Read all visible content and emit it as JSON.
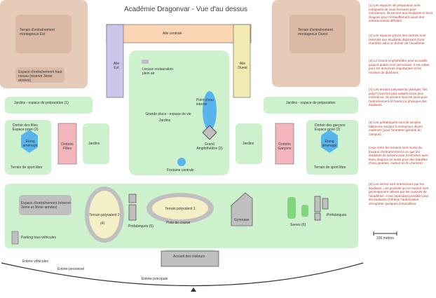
{
  "title": "Académie Dragonvar - Vue d'au dessus",
  "zones": {
    "terrain_est": "Terrain d'entraînement montagneux Est",
    "terrain_ouest": "Terrain d'entraînement montagneux Ouest",
    "haut_niveau": "Espace d'entraînement haut niveau (réservé 3ème années)",
    "aile_centrale": "Aile centrale",
    "aile_est": "Aile Est",
    "aile_ouest": "Aile Ouest",
    "locaux_restauration": "Locaux restauration plein air",
    "jardins_prep_gauche": "Jardins - espace de préparation",
    "jardins_prep_droite": "Jardins - espace de préparation",
    "grande_place": "Grande place - espace de vie",
    "jardins_place": "Jardins",
    "point_eau": "Point d'eau interne",
    "grand_amphi": "Grand Amphithéâtre",
    "fontaine": "Fontaine centrale",
    "dortoir_filles": "Dortoir des filles",
    "espace_prive_gauche": "Espace privé",
    "dortoir_garcons": "Dortoir des garçons",
    "espace_prive_droite": "Espace privé",
    "dortoirs_filles": "Dortoirs Filles",
    "dortoirs_garcons": "Dortoirs Garçons",
    "jardins_gauche": "Jardins",
    "jardins_droite": "Jardins",
    "etang_gauche": "Étang aménagé",
    "etang_droite": "Étang aménagé",
    "sport_gauche": "Terrain de sport libre",
    "sport_droite": "Terrain de sport libre",
    "entrainement_bas": "Espace d'entraînement (réservé 2ème et 3ème années)",
    "parking": "Parking tous véhicules",
    "poly2": "Terrain polyvalent 2",
    "poly1": "Terrain polyvalent 1",
    "piste_course": "Piste de course",
    "prefab_gauche": "Préfabriqués",
    "gymnase": "Gymnase",
    "serres": "Serres",
    "prefab_droite": "Préfabriqués",
    "accueil": "Accueil des visiteurs",
    "entree_vehicules": "Entrée véhicules",
    "entree_personnel": "Entrée personnel",
    "entree_principale": "Entrée principale",
    "scale": "100 mètres"
  },
  "refs": {
    "r1": "(1)",
    "r2": "(2)",
    "r3": "(3)",
    "r4": "(4)",
    "r5": "(5)",
    "r6": "(6)",
    "r4b": "(4)",
    "r6b": "(6)",
    "r5b": "(5)",
    "r3b": "(3)"
  },
  "notes": [
    "(1) Les espaces de préparation sont composés de sous-hectares pour entraîneurs, ils servent aux étudiants et leurs dragons pour l'échauffement avant des entraînements difficiles.",
    "(2) Les espaces privés des dortoirs sont réservés aux étudiants disposant d'une chambre dans un dortoir de l'académie.",
    "(3) Le Grand Amphithéâtre peut accueillir jusqu'à quatre cent personnes. Il est utilisé pour les annonces importantes et les remises de diplômes.",
    "(4) Les terrains polyvalents (abrégés \"les polys\") sont les plus utilisés et les plus entretenus. Ils servent tous les jours pour l'entraînement et l'exercice physique des étudiants.",
    "(5) Les préfabriqués sont de simples bâtiments servant à entreposer divers matériels (pour l'entretien général du campus).",
    "Ceux entre les terrains sont munis du travaux d'entraînement à ce que les étudiants se servent pour s'entraîner avec leurs dragons (et aussi pour des batailles d'eau géantes, surtout en fin d'année).",
    "(6) Les serres sont entretenues par les étudiants. Les produits qui en sortent sont généralement utilisés par les cuisines de l'académie. Il est cependant possible pour les étudiants d'obtenir l'autorisation d'emporter quelques échantillons."
  ],
  "colors": {
    "grass": "#cdf0cd",
    "mountain": "#e6cbb9",
    "aile_centrale": "#fcd6b4",
    "aile_est": "#c9c6ea",
    "aile_ouest": "#f2ebb1",
    "dortoir": "#f4b6bd",
    "pond": "#58b4ec",
    "building_grey": "#bfbfbf",
    "note_red": "#c0392b"
  }
}
